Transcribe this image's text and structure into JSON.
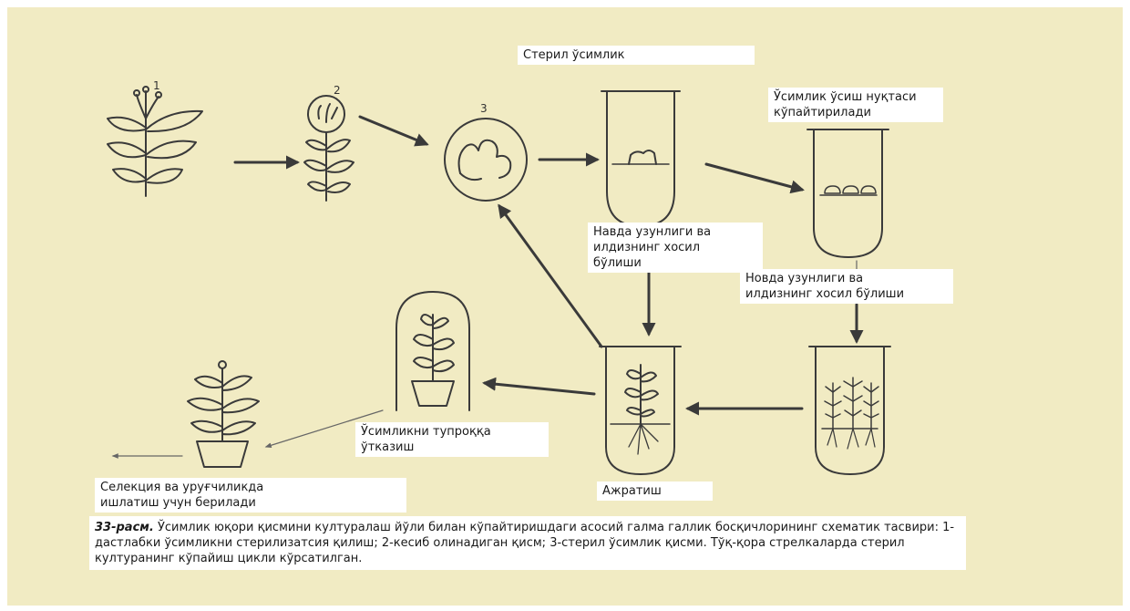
{
  "labels": {
    "sterile_plant": "Стерил ўсимлик",
    "growth_point": "Ўсимлик ўсиш нуқтаси\nкўпайтирилади",
    "shoot_length_1": "Навда узунлиги ва\nилдизнинг хосил\nбўлиши",
    "shoot_length_2": "Новда узунлиги ва\nилдизнинг хосил бўлиши",
    "transplant": "Ўсимликни тупроққа\nўтказиш",
    "selection": "Селекция ва уруғчиликда\nишлатиш учун берилади",
    "separation": "Ажратиш"
  },
  "step_numbers": [
    "1",
    "2",
    "3"
  ],
  "caption": {
    "figure_label": "33-расм.",
    "text": " Ўсимлик юқори қисмини културалаш йўли билан кўпайтиришдаги асосий галма галлик босқичлорининг схематик тасвири: 1-дастлабки ўсимликни стерилизатсия қилиш; 2-кесиб олинадиган қисм; 3-стерил ўсимлик қисми. Тўқ-қора стрелкаларда стерил културанинг кўпайиш цикли кўрсатилган."
  },
  "colors": {
    "paper": "#f1ebc3",
    "ink": "#3a3a3a",
    "label_bg": "#ffffff"
  }
}
